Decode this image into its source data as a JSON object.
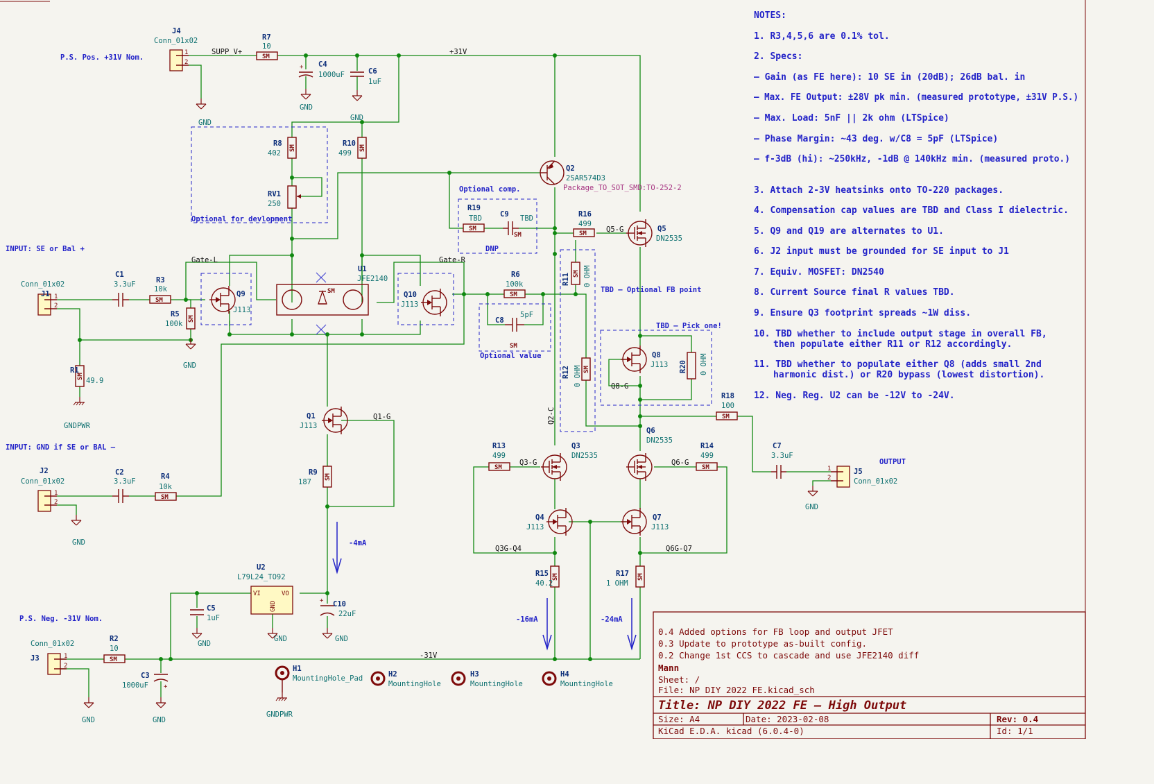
{
  "title_block": {
    "revisions": [
      "0.4 Added options for FB loop and output JFET",
      "0.3 Update to prototype as-built config.",
      "0.2 Change 1st CCS to cascade and use JFE2140 diff"
    ],
    "author": "Mann",
    "sheet": "Sheet: /",
    "file": "File: NP DIY 2022 FE.kicad_sch",
    "title": "Title: NP DIY 2022 FE — High Output",
    "size": "Size: A4",
    "date": "Date: 2023-02-08",
    "rev": "Rev: 0.4",
    "tool": "KiCad E.D.A.  kicad (6.0.4-0)",
    "id": "Id: 1/1"
  },
  "notes": [
    "NOTES:",
    "1. R3,4,5,6 are 0.1% tol.",
    "2. Specs:",
    "— Gain (as FE here): 10 SE in (20dB); 26dB bal. in",
    "— Max. FE Output: ±28V pk min. (measured prototype, ±31V P.S.)",
    "— Max. Load: 5nF || 2k ohm (LTSpice)",
    "— Phase Margin: ~43 deg. w/C8 = 5pF (LTSpice)",
    "— f-3dB (hi): ~250kHz, -1dB @ 140kHz min. (measured proto.)",
    "3. Attach 2-3V heatsinks onto TO-220 packages.",
    "4. Compensation cap values are TBD and Class I dielectric.",
    "5. Q9 and Q19 are alternates to U1.",
    "6. J2 input must be grounded for SE input to J1",
    "7. Equiv. MOSFET: DN2540",
    "8. Current Source final R values TBD.",
    "9. Ensure Q3 footprint spreads ~1W diss.",
    "10. TBD whether to include output stage in overall FB,",
    "then populate either R11 or R12 accordingly.",
    "11. TBD whether to populate either Q8 (adds small 2nd",
    "harmonic dist.) or R20 bypass (lowest distortion).",
    "12. Neg. Reg. U2 can be -12V to -24V."
  ],
  "annotations": {
    "pos_supply": "P.S. Pos. +31V Nom.",
    "neg_supply": "P.S. Neg. -31V Nom.",
    "input_pos": "INPUT: SE or Bal +",
    "input_neg": "INPUT: GND if SE or BAL —",
    "output": "OUTPUT",
    "optional_dev": "Optional for devlopment",
    "optional_comp": "Optional comp.",
    "dnp": "DNP",
    "optional_value": "Optional value",
    "fb_point": "TBD — Optional FB point",
    "pick_one": "TBD — Pick one!",
    "i4": "-4mA",
    "i16": "-16mA",
    "i24": "-24mA"
  },
  "nets": {
    "supp_v": "SUPP_V+",
    "p31": "+31V",
    "n31": "-31V",
    "gate_l": "Gate-L",
    "gate_r": "Gate-R",
    "q1g": "Q1-G",
    "q5g": "Q5-G",
    "q3g": "Q3-G",
    "q6g": "Q6-G",
    "q8g": "Q8-G",
    "q3gq4": "Q3G-Q4",
    "q6gq7": "Q6G-Q7",
    "q2c": "Q2-C",
    "gnd": "GND",
    "gndpwr": "GNDPWR"
  },
  "parts": {
    "J4": {
      "ref": "J4",
      "val": "Conn_01x02"
    },
    "J1": {
      "ref": "J1",
      "val": "Conn_01x02"
    },
    "J2": {
      "ref": "J2",
      "val": "Conn_01x02"
    },
    "J3": {
      "ref": "J3",
      "val": "Conn_01x02"
    },
    "J5": {
      "ref": "J5",
      "val": "Conn_01x02"
    },
    "R1": {
      "ref": "R1",
      "val": "49.9"
    },
    "R2": {
      "ref": "R2",
      "val": "10"
    },
    "R3": {
      "ref": "R3",
      "val": "10k"
    },
    "R4": {
      "ref": "R4",
      "val": "10k"
    },
    "R5": {
      "ref": "R5",
      "val": "100k"
    },
    "R6": {
      "ref": "R6",
      "val": "100k"
    },
    "R7": {
      "ref": "R7",
      "val": "10"
    },
    "R8": {
      "ref": "R8",
      "val": "402"
    },
    "R9": {
      "ref": "R9",
      "val": "187"
    },
    "R10": {
      "ref": "R10",
      "val": "499"
    },
    "R11": {
      "ref": "R11",
      "val": "0 OHM"
    },
    "R12": {
      "ref": "R12",
      "val": "0 OHM"
    },
    "R13": {
      "ref": "R13",
      "val": "499"
    },
    "R14": {
      "ref": "R14",
      "val": "499"
    },
    "R15": {
      "ref": "R15",
      "val": "40.2"
    },
    "R16": {
      "ref": "R16",
      "val": "499"
    },
    "R17": {
      "ref": "R17",
      "val": "1 OHM"
    },
    "R18": {
      "ref": "R18",
      "val": "100"
    },
    "R19": {
      "ref": "R19",
      "val": "TBD"
    },
    "R20": {
      "ref": "R20",
      "val": "0 OHM"
    },
    "RV1": {
      "ref": "RV1",
      "val": "250"
    },
    "C1": {
      "ref": "C1",
      "val": "3.3uF"
    },
    "C2": {
      "ref": "C2",
      "val": "3.3uF"
    },
    "C3": {
      "ref": "C3",
      "val": "1000uF"
    },
    "C4": {
      "ref": "C4",
      "val": "1000uF"
    },
    "C5": {
      "ref": "C5",
      "val": "1uF"
    },
    "C6": {
      "ref": "C6",
      "val": "1uF"
    },
    "C7": {
      "ref": "C7",
      "val": "3.3uF"
    },
    "C8": {
      "ref": "C8",
      "val": "5pF"
    },
    "C9": {
      "ref": "C9",
      "val": "TBD"
    },
    "C10": {
      "ref": "C10",
      "val": "22uF"
    },
    "Q1": {
      "ref": "Q1",
      "val": "J113"
    },
    "Q2": {
      "ref": "Q2",
      "val": "2SAR574D3",
      "pkg": "Package_TO_SOT_SMD:TO-252-2"
    },
    "Q3": {
      "ref": "Q3",
      "val": "DN2535"
    },
    "Q4": {
      "ref": "Q4",
      "val": "J113"
    },
    "Q5": {
      "ref": "Q5",
      "val": "DN2535"
    },
    "Q6": {
      "ref": "Q6",
      "val": "DN2535"
    },
    "Q7": {
      "ref": "Q7",
      "val": "J113"
    },
    "Q8": {
      "ref": "Q8",
      "val": "J113"
    },
    "Q9": {
      "ref": "Q9",
      "val": "J113"
    },
    "Q10": {
      "ref": "Q10",
      "val": "J113"
    },
    "U1": {
      "ref": "U1",
      "val": "JFE2140"
    },
    "U2": {
      "ref": "U2",
      "val": "L79L24_TO92",
      "vi": "VI",
      "vo": "VO",
      "gnd": "GND"
    },
    "H1": {
      "ref": "H1",
      "val": "MountingHole_Pad"
    },
    "H2": {
      "ref": "H2",
      "val": "MountingHole"
    },
    "H3": {
      "ref": "H3",
      "val": "MountingHole"
    },
    "H4": {
      "ref": "H4",
      "val": "MountingHole"
    }
  },
  "sm_label": "SM"
}
